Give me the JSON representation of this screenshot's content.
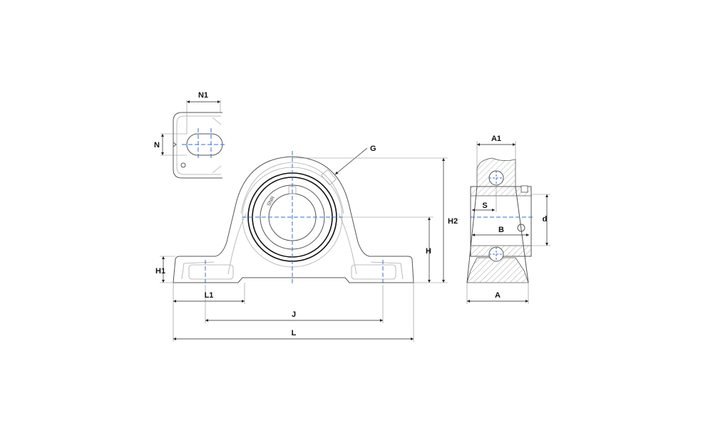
{
  "drawing": {
    "title": "Pillow block bearing unit dimension drawing",
    "brand_marking": "SNR",
    "labels": {
      "N1": "N1",
      "N": "N",
      "G": "G",
      "H2": "H2",
      "H": "H",
      "H1": "H1",
      "L1": "L1",
      "J": "J",
      "L": "L",
      "A1": "A1",
      "S": "S",
      "B": "B",
      "d": "d",
      "A": "A"
    },
    "colors": {
      "centerline": "#3b6fc4",
      "outline": "#555555",
      "text": "#111111"
    }
  }
}
